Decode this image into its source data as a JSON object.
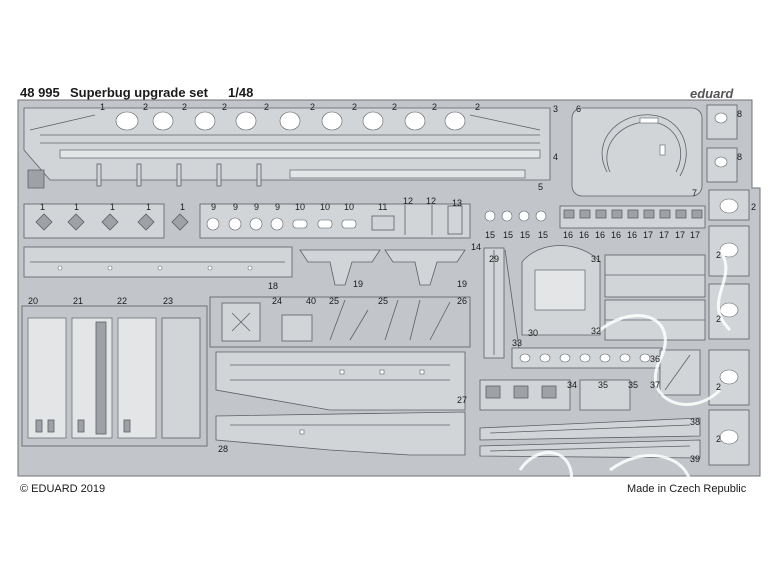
{
  "header": {
    "set_number": "48 995",
    "set_name": "Superbug upgrade set",
    "scale": "1/48",
    "brand": "eduard"
  },
  "footer": {
    "copyright": "© EDUARD 2019",
    "origin": "Made in Czech Republic"
  },
  "part_labels": {
    "p1": "1",
    "p2": "2",
    "p3": "3",
    "p4": "4",
    "p5": "5",
    "p6": "6",
    "p7": "7",
    "p8": "8",
    "p9": "9",
    "p10": "10",
    "p11": "11",
    "p12": "12",
    "p13": "13",
    "p14": "14",
    "p15": "15",
    "p16": "16",
    "p17": "17",
    "p18": "18",
    "p19": "19",
    "p20": "20",
    "p21": "21",
    "p22": "22",
    "p23": "23",
    "p24": "24",
    "p25": "25",
    "p26": "26",
    "p27": "27",
    "p28": "28",
    "p29": "29",
    "p30": "30",
    "p31": "31",
    "p32": "32",
    "p33": "33",
    "p34": "34",
    "p35": "35",
    "p36": "36",
    "p37": "37",
    "p38": "38",
    "p39": "39",
    "p40": "40"
  }
}
